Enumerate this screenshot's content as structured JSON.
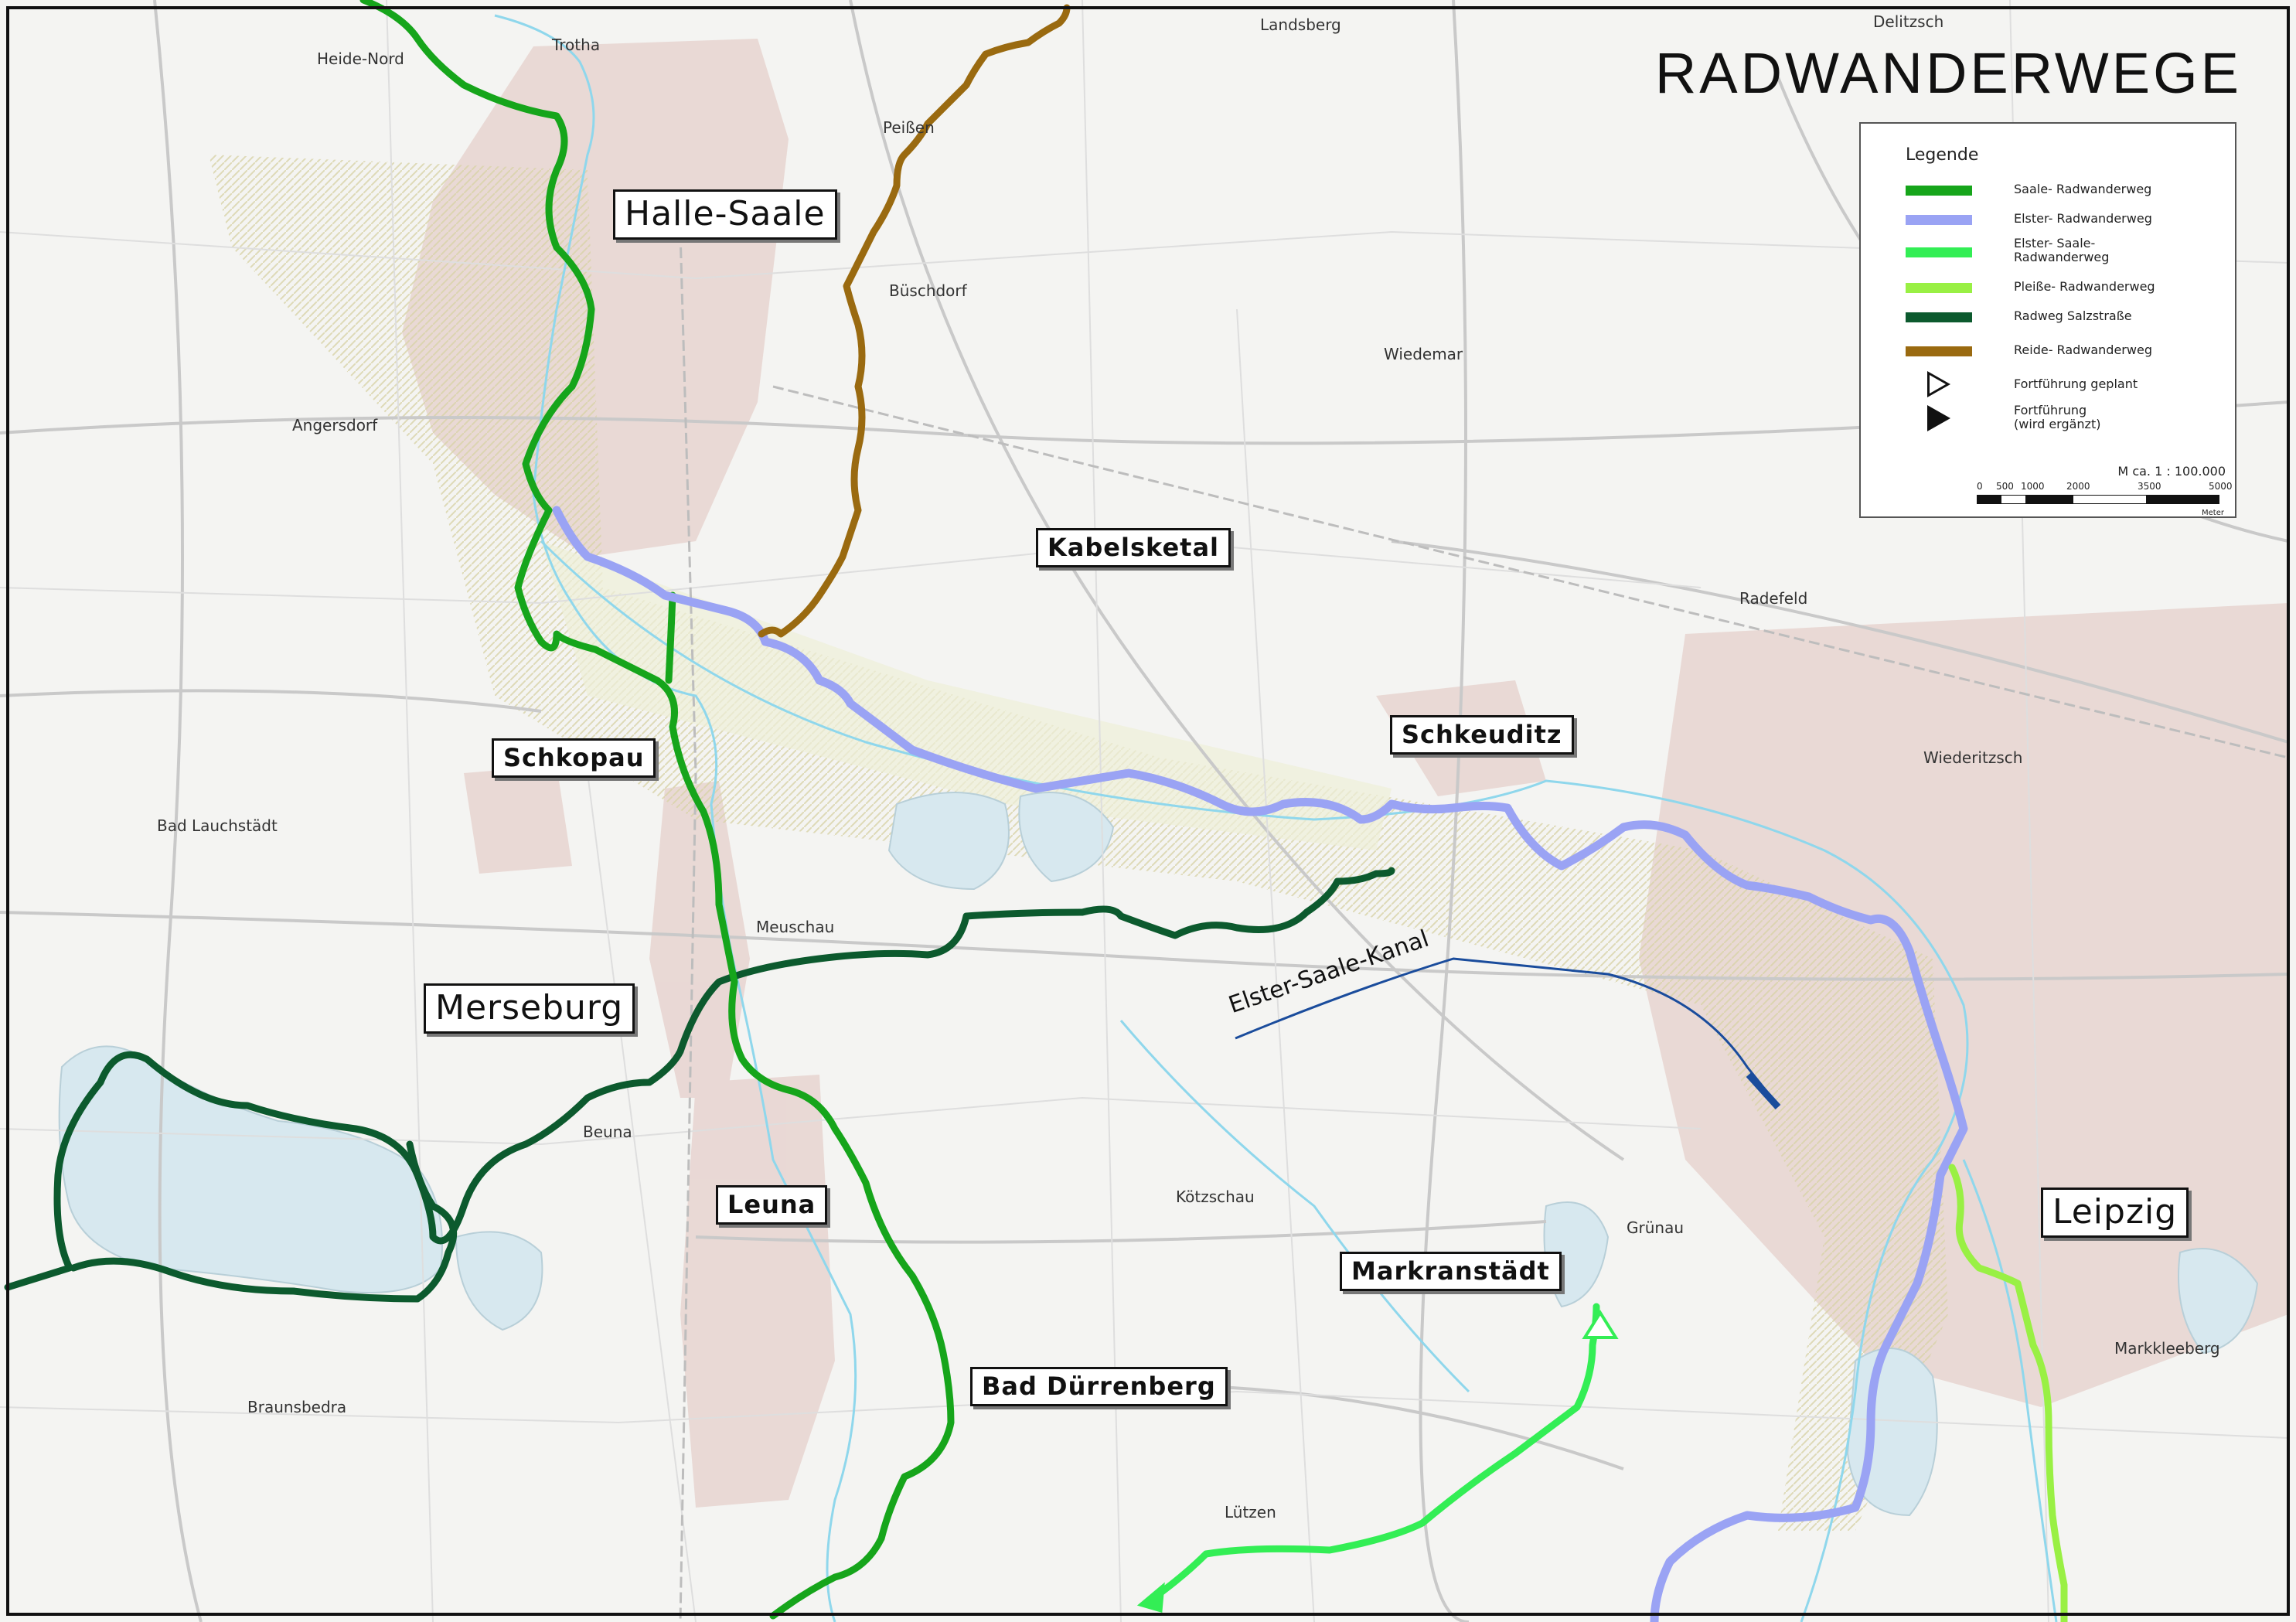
{
  "map": {
    "title": "RADWANDERWEGE",
    "cities": [
      {
        "key": "halle",
        "label": "Halle-Saale"
      },
      {
        "key": "kabelsketal",
        "label": "Kabelsketal"
      },
      {
        "key": "schkeuditz",
        "label": "Schkeuditz"
      },
      {
        "key": "schkopau",
        "label": "Schkopau"
      },
      {
        "key": "merseburg",
        "label": "Merseburg"
      },
      {
        "key": "leuna",
        "label": "Leuna"
      },
      {
        "key": "markranstaedt",
        "label": "Markranstädt"
      },
      {
        "key": "bad-duerrenberg",
        "label": "Bad Dürrenberg"
      },
      {
        "key": "leipzig",
        "label": "Leipzig"
      }
    ],
    "places": [
      "Heide-Nord",
      "Trotha",
      "Landsberg",
      "Delitzsch",
      "Peißen",
      "Büschdorf",
      "Wiedemar",
      "Angersdorf",
      "Radefeld",
      "Wiederitzsch",
      "Bad Lauchstädt",
      "Meuschau",
      "Beuna",
      "Kötzschau",
      "Grünau",
      "Markkleeberg",
      "Braunsbedra",
      "Lützen"
    ],
    "canal_label": "Elster-Saale-Kanal",
    "colors": {
      "saale": "#16a51b",
      "elster": "#9aa3f4",
      "elster_saale": "#33ee55",
      "pleisse": "#99f044",
      "salzstrasse": "#0c5a2e",
      "reide": "#9a6a10",
      "canal": "#1a4c9c",
      "water": "#8fd7ec"
    }
  },
  "legend": {
    "title": "Legende",
    "items": [
      {
        "label": "Saale- Radwanderweg",
        "color": "#16a51b"
      },
      {
        "label": "Elster- Radwanderweg",
        "color": "#9aa3f4"
      },
      {
        "label": "Elster- Saale-\nRadwanderweg",
        "color": "#33ee55"
      },
      {
        "label": "Pleiße- Radwanderweg",
        "color": "#99f044"
      },
      {
        "label": "Radweg Salzstraße",
        "color": "#0c5a2e"
      },
      {
        "label": "Reide- Radwanderweg",
        "color": "#9a6a10"
      }
    ],
    "planned_label": "Fortführung geplant",
    "added_label": "Fortführung\n(wird ergänzt)",
    "scale_text": "M ca. 1 : 100.000",
    "scale_ticks": [
      "0",
      "500",
      "1000",
      "2000",
      "3500",
      "5000"
    ],
    "scale_unit": "Meter"
  }
}
